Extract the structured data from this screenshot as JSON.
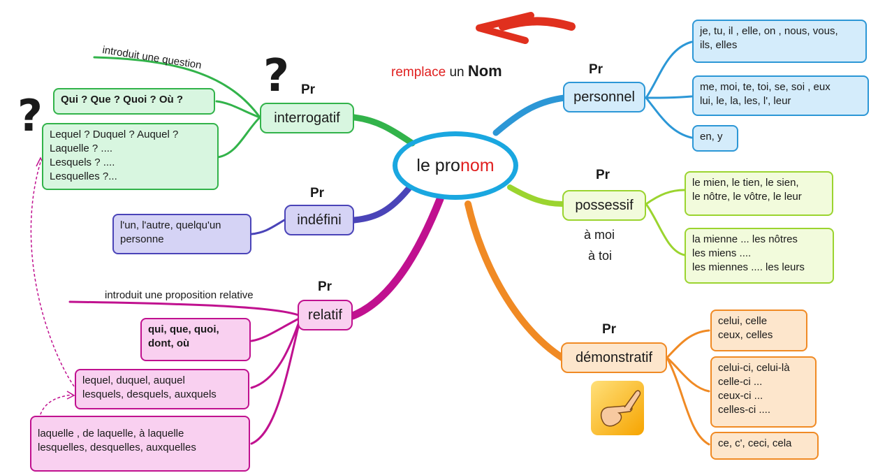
{
  "center": {
    "prefix": "le pro",
    "suffix": "nom"
  },
  "header": {
    "word1": "remplace",
    "word2": "un",
    "word3": "Nom"
  },
  "pr_label": "Pr",
  "question_mark": "?",
  "branches": {
    "personnel": {
      "label": "personnel",
      "items": [
        "je, tu, il , elle, on , nous, vous,\nils, elles",
        "me, moi, te, toi, se, soi , eux\nlui, le, la, les, l', leur",
        "en, y"
      ]
    },
    "possessif": {
      "label": "possessif",
      "items": [
        "le mien, le tien, le sien,\nle nôtre, le vôtre, le leur",
        "la mienne ... les nôtres\nles miens ....\nles miennes .... les leurs"
      ],
      "note1": "à moi",
      "note2": "à toi"
    },
    "demonstratif": {
      "label": "démonstratif",
      "items": [
        "celui, celle\nceux, celles",
        "celui-ci, celui-là\ncelle-ci ...\nceux-ci ...\ncelles-ci ....",
        "ce, c', ceci, cela"
      ]
    },
    "interrogatif": {
      "label": "interrogatif",
      "annotation": "introduit une question",
      "items": [
        "Qui ? Que ? Quoi ? Où ?",
        "Lequel ? Duquel ? Auquel ?\nLaquelle ? ....\nLesquels ? ....\nLesquelles ?..."
      ]
    },
    "indefini": {
      "label": "indéfini",
      "items": [
        "l'un, l'autre, quelqu'un\npersonne"
      ]
    },
    "relatif": {
      "label": "relatif",
      "annotation": "introduit une proposition relative",
      "items": [
        "qui, que, quoi,\ndont, où",
        "lequel, duquel, auquel\nlesquels, desquels, auxquels",
        "laquelle , de laquelle, à laquelle\nlesquelles, desquelles, auxquelles"
      ]
    }
  },
  "colors": {
    "personnel": "#2c97d6",
    "possessif": "#9bd42f",
    "demonstratif": "#f08a24",
    "interrogatif": "#32b34a",
    "indefini": "#4a44b8",
    "relatif": "#c0118f",
    "center_ring": "#1aa7e0",
    "accent_red": "#e02020"
  }
}
